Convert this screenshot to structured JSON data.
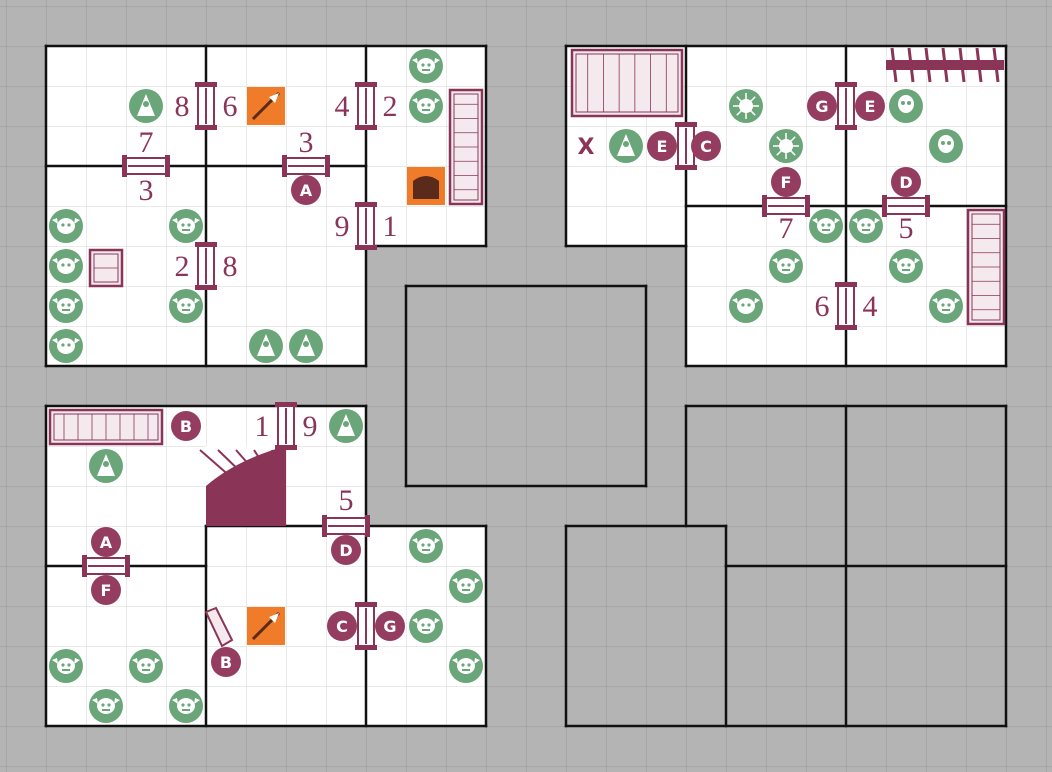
{
  "board": {
    "colors": {
      "background": "#b4b4b4",
      "grid_line": "#9a9a9a",
      "room_floor": "#ffffff",
      "room_grid": "#d8d8d8",
      "wall": "#111111",
      "door": "#8a3458",
      "marker": "#943d60",
      "monster": "#6aa67a",
      "trap": "#f07c2a"
    },
    "door_numbers": [
      "8",
      "6",
      "4",
      "2",
      "7",
      "3",
      "3",
      "9",
      "1",
      "2",
      "8",
      "7",
      "5",
      "6",
      "4",
      "1",
      "9",
      "5"
    ],
    "markers": [
      "A",
      "B",
      "C",
      "D",
      "E",
      "F",
      "G",
      "A",
      "B",
      "C",
      "D",
      "E",
      "F",
      "G"
    ],
    "x_label": "X",
    "monster_icons": [
      "goblin-icon",
      "orc-icon",
      "spider-icon",
      "skeleton-icon",
      "cultist-icon"
    ],
    "furniture_icons": [
      "table-icon",
      "bookcase-icon",
      "chest-icon",
      "stairs-icon",
      "torture-rack-icon",
      "tomb-icon",
      "weapons-rack-icon",
      "fireplace-icon"
    ],
    "trap_icons": [
      "spear-trap-icon",
      "pit-trap-icon"
    ]
  }
}
